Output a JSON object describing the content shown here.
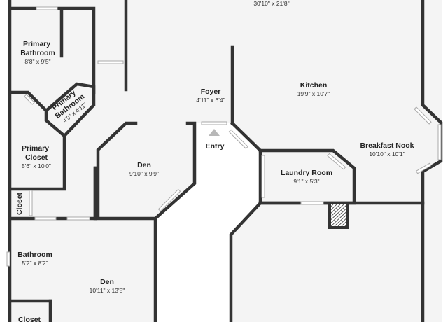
{
  "rooms": {
    "top": {
      "dims": "30'10\" x 21'8\""
    },
    "primary_bathroom": {
      "name": "Primary\nBathroom",
      "dims": "8'8\" x 9'5\""
    },
    "primary_bathroom_small": {
      "name": "Primary\nBathroom",
      "dims": "4'9\" x 4'11\""
    },
    "foyer": {
      "name": "Foyer",
      "dims": "4'11\" x 6'4\""
    },
    "kitchen": {
      "name": "Kitchen",
      "dims": "19'9\" x 10'7\""
    },
    "breakfast_nook": {
      "name": "Breakfast Nook",
      "dims": "10'10\" x 10'1\""
    },
    "primary_closet": {
      "name": "Primary\nCloset",
      "dims": "5'6\" x 10'0\""
    },
    "den_upper": {
      "name": "Den",
      "dims": "9'10\" x 9'9\""
    },
    "entry": {
      "name": "Entry"
    },
    "laundry_room": {
      "name": "Laundry Room",
      "dims": "9'1\" x 5'3\""
    },
    "closet_side": {
      "name": "Closet"
    },
    "bathroom": {
      "name": "Bathroom",
      "dims": "5'2\" x 8'2\""
    },
    "den_lower": {
      "name": "Den",
      "dims": "10'11\" x 13'8\""
    },
    "closet_bottom": {
      "name": "Closet"
    }
  },
  "colors": {
    "wall": "#333333",
    "floor": "#f4f4f4",
    "entry_marker": "#b8b8b8"
  }
}
